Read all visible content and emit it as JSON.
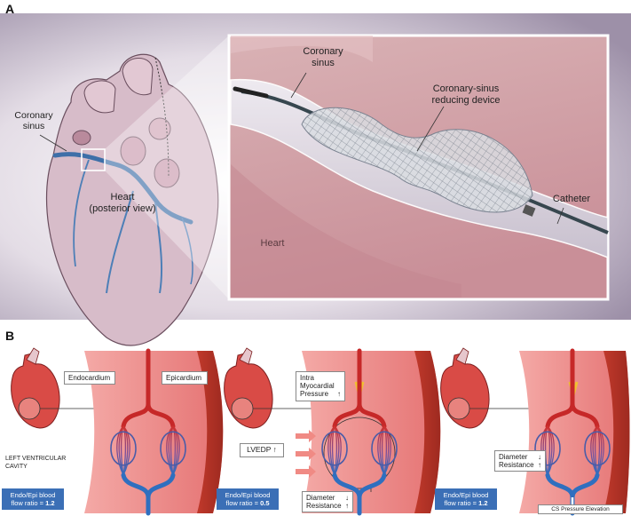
{
  "panel_a": {
    "letter": "A",
    "left": {
      "coronary_sinus_label": [
        "Coronary",
        "sinus"
      ],
      "heart_label": [
        "Heart",
        "(posterior view)"
      ]
    },
    "inset": {
      "coronary_sinus_label": [
        "Coronary",
        "sinus"
      ],
      "device_label": [
        "Coronary-sinus",
        "reducing device"
      ],
      "catheter_label": "Catheter",
      "heart_label": "Heart"
    }
  },
  "panel_b": {
    "letter": "B",
    "scenario1": {
      "endocardium": "Endocardium",
      "epicardium": "Epicardium",
      "cavity": [
        "LEFT VENTRICULAR",
        "CAVITY"
      ],
      "ratio_line1": "Endo/Epi blood",
      "ratio_prefix": "flow ratio = ",
      "ratio_value": "1.2"
    },
    "scenario2": {
      "pressure": [
        "Intra",
        "Myocardial",
        "Pressure"
      ],
      "pressure_arrow": "↑",
      "lvedp": "LVEDP ↑",
      "diameter": "Diameter",
      "diameter_arrow": "↓",
      "resistance": "Resistance",
      "resistance_arrow": "↑",
      "ratio_line1": "Endo/Epi blood",
      "ratio_prefix": "flow ratio = ",
      "ratio_value": "0.5"
    },
    "scenario3": {
      "diameter": "Diameter",
      "diameter_arrow": "↓",
      "resistance": "Resistance",
      "resistance_arrow": "↑",
      "cs_pressure": "CS Pressure Elevation",
      "ratio_line1": "Endo/Epi blood",
      "ratio_prefix": "flow ratio = ",
      "ratio_value": "1.2"
    }
  },
  "colors": {
    "heart_pink": "#d9b8c4",
    "vessel_blue": "#4a7fb8",
    "wall_red": "#e57373",
    "artery_red": "#c62828",
    "ratio_box_blue": "#3b6fb6"
  }
}
